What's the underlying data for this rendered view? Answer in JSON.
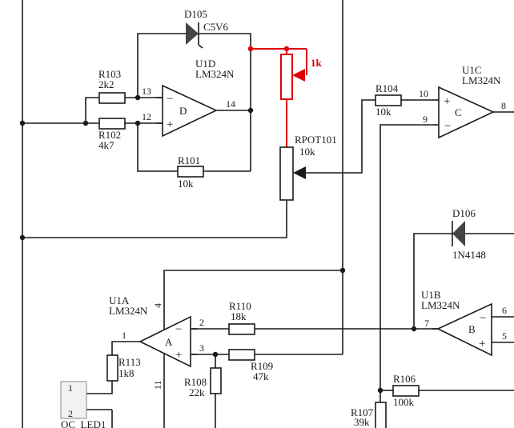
{
  "labels": {
    "D105_ref": "D105",
    "D105_val": "C5V6",
    "U1D_ref": "U1D",
    "U1D_val": "LM324N",
    "U1D_unit": "D",
    "U1D_pin13": "13",
    "U1D_pin12": "12",
    "U1D_pin14": "14",
    "R103_ref": "R103",
    "R103_val": "2k2",
    "R102_ref": "R102",
    "R102_val": "4k7",
    "R101_ref": "R101",
    "R101_val": "10k",
    "trim_val": "1k",
    "RPOT101_ref": "RPOT101",
    "RPOT101_val": "10k",
    "R104_ref": "R104",
    "R104_val": "10k",
    "U1C_ref": "U1C",
    "U1C_val": "LM324N",
    "U1C_unit": "C",
    "U1C_pin10": "10",
    "U1C_pin9": "9",
    "U1C_pin8": "8",
    "D106_ref": "D106",
    "D106_val": "1N4148",
    "U1A_ref": "U1A",
    "U1A_val": "LM324N",
    "U1A_unit": "A",
    "U1A_pin1": "1",
    "U1A_pin2": "2",
    "U1A_pin3": "3",
    "U1A_pin4": "4",
    "U1A_pin11": "11",
    "R110_ref": "R110",
    "R110_val": "18k",
    "R109_ref": "R109",
    "R109_val": "47k",
    "R113_ref": "R113",
    "R113_val": "1k8",
    "R108_ref": "R108",
    "R108_val": "22k",
    "U1B_ref": "U1B",
    "U1B_val": "LM324N",
    "U1B_unit": "B",
    "U1B_pin7": "7",
    "U1B_pin6": "6",
    "U1B_pin5": "5",
    "R106_ref": "R106",
    "R106_val": "100k",
    "R107_ref": "R107",
    "R107_val": "39k",
    "conn_pin1": "1",
    "conn_pin2": "2",
    "conn_ref": "OC_LED1",
    "minus": "−",
    "plus": "+"
  },
  "colors": {
    "wire": "#1a1a1a",
    "highlight": "#e00000"
  }
}
